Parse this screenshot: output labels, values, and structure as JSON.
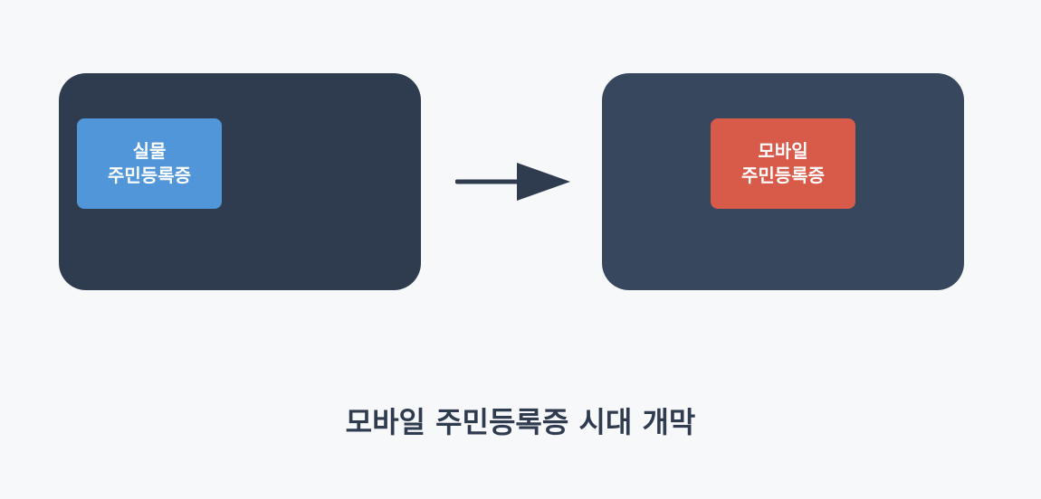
{
  "left_card": {
    "line1": "실물",
    "line2": "주민등록증"
  },
  "right_card": {
    "line1": "모바일",
    "line2": "주민등록증"
  },
  "caption": "모바일 주민등록증 시대 개막",
  "colors": {
    "background": "#f7f8fa",
    "left_panel": "#2f3c4f",
    "right_panel": "#37475e",
    "left_card": "#5096d9",
    "right_card": "#d85a48",
    "arrow": "#2f3c4f",
    "caption": "#2f3c4f"
  },
  "icons": {
    "transition": "arrow-right-icon"
  }
}
